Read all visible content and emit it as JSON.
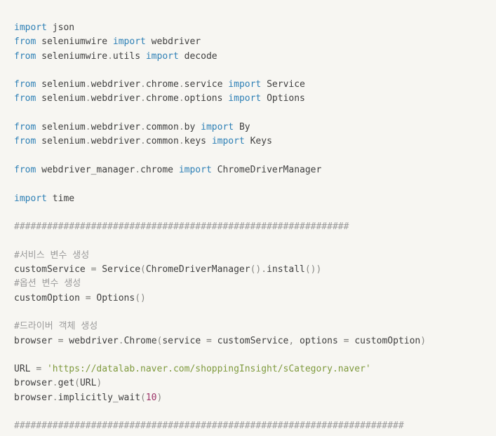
{
  "editor": {
    "language": "Python",
    "background_color": "#f7f6f2",
    "colors": {
      "keyword": "#2e80b6",
      "identifier": "#3f3f3f",
      "punctuation": "#8a8a86",
      "operator": "#7a7a76",
      "string": "#7f9a3e",
      "number": "#9c3368",
      "comment": "#9b9b9b"
    }
  },
  "code": {
    "lines": [
      {
        "id": "l1",
        "type": "code",
        "tokens": [
          {
            "t": "import",
            "c": "kw"
          },
          {
            "t": " json",
            "c": "id"
          }
        ]
      },
      {
        "id": "l2",
        "type": "code",
        "tokens": [
          {
            "t": "from",
            "c": "kw"
          },
          {
            "t": " seleniumwire ",
            "c": "id"
          },
          {
            "t": "import",
            "c": "kw"
          },
          {
            "t": " webdriver",
            "c": "id"
          }
        ]
      },
      {
        "id": "l3",
        "type": "code",
        "tokens": [
          {
            "t": "from",
            "c": "kw"
          },
          {
            "t": " seleniumwire",
            "c": "id"
          },
          {
            "t": ".",
            "c": "punc"
          },
          {
            "t": "utils ",
            "c": "id"
          },
          {
            "t": "import",
            "c": "kw"
          },
          {
            "t": " decode",
            "c": "id"
          }
        ]
      },
      {
        "id": "l4",
        "type": "blank",
        "tokens": []
      },
      {
        "id": "l5",
        "type": "code",
        "tokens": [
          {
            "t": "from",
            "c": "kw"
          },
          {
            "t": " selenium",
            "c": "id"
          },
          {
            "t": ".",
            "c": "punc"
          },
          {
            "t": "webdriver",
            "c": "id"
          },
          {
            "t": ".",
            "c": "punc"
          },
          {
            "t": "chrome",
            "c": "id"
          },
          {
            "t": ".",
            "c": "punc"
          },
          {
            "t": "service ",
            "c": "id"
          },
          {
            "t": "import",
            "c": "kw"
          },
          {
            "t": " Service",
            "c": "id"
          }
        ]
      },
      {
        "id": "l6",
        "type": "code",
        "tokens": [
          {
            "t": "from",
            "c": "kw"
          },
          {
            "t": " selenium",
            "c": "id"
          },
          {
            "t": ".",
            "c": "punc"
          },
          {
            "t": "webdriver",
            "c": "id"
          },
          {
            "t": ".",
            "c": "punc"
          },
          {
            "t": "chrome",
            "c": "id"
          },
          {
            "t": ".",
            "c": "punc"
          },
          {
            "t": "options ",
            "c": "id"
          },
          {
            "t": "import",
            "c": "kw"
          },
          {
            "t": " Options",
            "c": "id"
          }
        ]
      },
      {
        "id": "l7",
        "type": "blank",
        "tokens": []
      },
      {
        "id": "l8",
        "type": "code",
        "tokens": [
          {
            "t": "from",
            "c": "kw"
          },
          {
            "t": " selenium",
            "c": "id"
          },
          {
            "t": ".",
            "c": "punc"
          },
          {
            "t": "webdriver",
            "c": "id"
          },
          {
            "t": ".",
            "c": "punc"
          },
          {
            "t": "common",
            "c": "id"
          },
          {
            "t": ".",
            "c": "punc"
          },
          {
            "t": "by ",
            "c": "id"
          },
          {
            "t": "import",
            "c": "kw"
          },
          {
            "t": " By",
            "c": "id"
          }
        ]
      },
      {
        "id": "l9",
        "type": "code",
        "tokens": [
          {
            "t": "from",
            "c": "kw"
          },
          {
            "t": " selenium",
            "c": "id"
          },
          {
            "t": ".",
            "c": "punc"
          },
          {
            "t": "webdriver",
            "c": "id"
          },
          {
            "t": ".",
            "c": "punc"
          },
          {
            "t": "common",
            "c": "id"
          },
          {
            "t": ".",
            "c": "punc"
          },
          {
            "t": "keys ",
            "c": "id"
          },
          {
            "t": "import",
            "c": "kw"
          },
          {
            "t": " Keys",
            "c": "id"
          }
        ]
      },
      {
        "id": "l10",
        "type": "blank",
        "tokens": []
      },
      {
        "id": "l11",
        "type": "code",
        "tokens": [
          {
            "t": "from",
            "c": "kw"
          },
          {
            "t": " webdriver_manager",
            "c": "id"
          },
          {
            "t": ".",
            "c": "punc"
          },
          {
            "t": "chrome ",
            "c": "id"
          },
          {
            "t": "import",
            "c": "kw"
          },
          {
            "t": " ChromeDriverManager",
            "c": "id"
          }
        ]
      },
      {
        "id": "l12",
        "type": "blank",
        "tokens": []
      },
      {
        "id": "l13",
        "type": "code",
        "tokens": [
          {
            "t": "import",
            "c": "kw"
          },
          {
            "t": " time",
            "c": "id"
          }
        ]
      },
      {
        "id": "l14",
        "type": "blank",
        "tokens": []
      },
      {
        "id": "l15",
        "type": "comment",
        "tokens": [
          {
            "t": "#############################################################",
            "c": "hash"
          }
        ]
      },
      {
        "id": "l16",
        "type": "blank",
        "tokens": []
      },
      {
        "id": "l17",
        "type": "comment",
        "tokens": [
          {
            "t": "#서비스 변수 생성",
            "c": "com"
          }
        ]
      },
      {
        "id": "l18",
        "type": "code",
        "tokens": [
          {
            "t": "customService ",
            "c": "id"
          },
          {
            "t": "=",
            "c": "op"
          },
          {
            "t": " Service",
            "c": "id"
          },
          {
            "t": "(",
            "c": "punc"
          },
          {
            "t": "ChromeDriverManager",
            "c": "id"
          },
          {
            "t": "()",
            "c": "punc"
          },
          {
            "t": ".",
            "c": "punc"
          },
          {
            "t": "install",
            "c": "id"
          },
          {
            "t": "())",
            "c": "punc"
          }
        ]
      },
      {
        "id": "l19",
        "type": "comment",
        "tokens": [
          {
            "t": "#옵션 변수 생성",
            "c": "com"
          }
        ]
      },
      {
        "id": "l20",
        "type": "code",
        "tokens": [
          {
            "t": "customOption ",
            "c": "id"
          },
          {
            "t": "=",
            "c": "op"
          },
          {
            "t": " Options",
            "c": "id"
          },
          {
            "t": "()",
            "c": "punc"
          }
        ]
      },
      {
        "id": "l21",
        "type": "blank",
        "tokens": []
      },
      {
        "id": "l22",
        "type": "comment",
        "tokens": [
          {
            "t": "#드라이버 객체 생성",
            "c": "com"
          }
        ]
      },
      {
        "id": "l23",
        "type": "code",
        "tokens": [
          {
            "t": "browser ",
            "c": "id"
          },
          {
            "t": "=",
            "c": "op"
          },
          {
            "t": " webdriver",
            "c": "id"
          },
          {
            "t": ".",
            "c": "punc"
          },
          {
            "t": "Chrome",
            "c": "id"
          },
          {
            "t": "(",
            "c": "punc"
          },
          {
            "t": "service ",
            "c": "id"
          },
          {
            "t": "=",
            "c": "op"
          },
          {
            "t": " customService",
            "c": "id"
          },
          {
            "t": ",",
            "c": "punc"
          },
          {
            "t": " options ",
            "c": "id"
          },
          {
            "t": "=",
            "c": "op"
          },
          {
            "t": " customOption",
            "c": "id"
          },
          {
            "t": ")",
            "c": "punc"
          }
        ]
      },
      {
        "id": "l24",
        "type": "blank",
        "tokens": []
      },
      {
        "id": "l25",
        "type": "code",
        "tokens": [
          {
            "t": "URL ",
            "c": "id"
          },
          {
            "t": "=",
            "c": "op"
          },
          {
            "t": " ",
            "c": "id"
          },
          {
            "t": "'https://datalab.naver.com/shoppingInsight/sCategory.naver'",
            "c": "str"
          }
        ]
      },
      {
        "id": "l26",
        "type": "code",
        "tokens": [
          {
            "t": "browser",
            "c": "id"
          },
          {
            "t": ".",
            "c": "punc"
          },
          {
            "t": "get",
            "c": "id"
          },
          {
            "t": "(",
            "c": "punc"
          },
          {
            "t": "URL",
            "c": "id"
          },
          {
            "t": ")",
            "c": "punc"
          }
        ]
      },
      {
        "id": "l27",
        "type": "code",
        "tokens": [
          {
            "t": "browser",
            "c": "id"
          },
          {
            "t": ".",
            "c": "punc"
          },
          {
            "t": "implicitly_wait",
            "c": "id"
          },
          {
            "t": "(",
            "c": "punc"
          },
          {
            "t": "10",
            "c": "num"
          },
          {
            "t": ")",
            "c": "punc"
          }
        ]
      },
      {
        "id": "l28",
        "type": "blank",
        "tokens": []
      },
      {
        "id": "l29",
        "type": "comment",
        "tokens": [
          {
            "t": "#######################################################################",
            "c": "hash"
          }
        ]
      }
    ]
  }
}
